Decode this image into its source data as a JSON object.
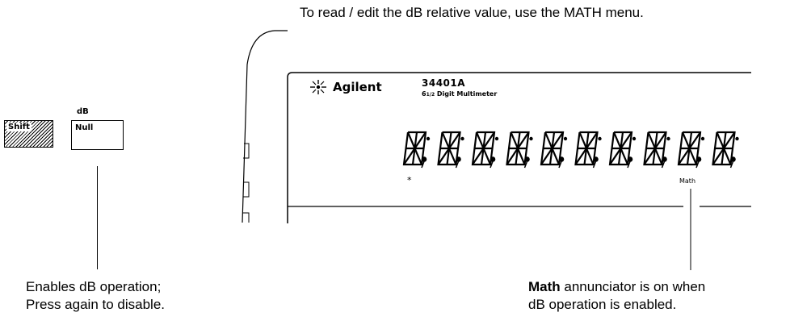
{
  "top_caption": "To read / edit the dB relative value, use the MATH menu.",
  "keys": {
    "shift_label": "Shift",
    "null_label": "Null",
    "null_upper_label": "dB"
  },
  "left_caption": {
    "line1": "Enables dB operation;",
    "line2": "Press again to disable."
  },
  "right_caption": {
    "bold": "Math",
    "line1_rest": " annunciator is on when",
    "line2": "dB operation is enabled."
  },
  "panel": {
    "brand": "Agilent",
    "model": "34401A",
    "model_sub_prefix": "6",
    "model_sub_fraction": "1/2",
    "model_sub_rest": " Digit Multimeter",
    "annunciator_star": "*",
    "annunciator_math": "Math",
    "digit_count": 10
  }
}
